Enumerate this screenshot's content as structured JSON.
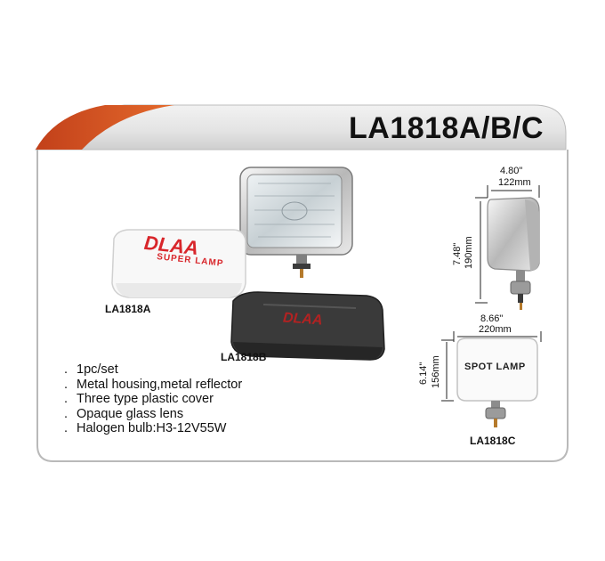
{
  "header": {
    "title": "LA1818A/B/C"
  },
  "products": {
    "a": {
      "label": "LA1818A",
      "cover_text": "DLAA",
      "cover_subtext": "SUPER LAMP"
    },
    "b": {
      "label": "LA1818B",
      "cover_text": "DLAA"
    },
    "c": {
      "label": "LA1818C",
      "cover_text": "SPOT LAMP"
    }
  },
  "dimensions": {
    "top_width_in": "4.80\"",
    "top_width_mm": "122mm",
    "side_height_in": "7.48\"",
    "side_height_mm": "190mm",
    "front_width_in": "8.66\"",
    "front_width_mm": "220mm",
    "front_height_in": "6.14\"",
    "front_height_mm": "156mm"
  },
  "features": [
    "1pc/set",
    "Metal housing,metal reflector",
    "Three type plastic cover",
    "Opaque glass lens",
    "Halogen bulb:H3-12V55W"
  ],
  "colors": {
    "accent": "#d9551f",
    "cover_red": "#d8262b",
    "frame_gray": "#b9b9b9"
  }
}
